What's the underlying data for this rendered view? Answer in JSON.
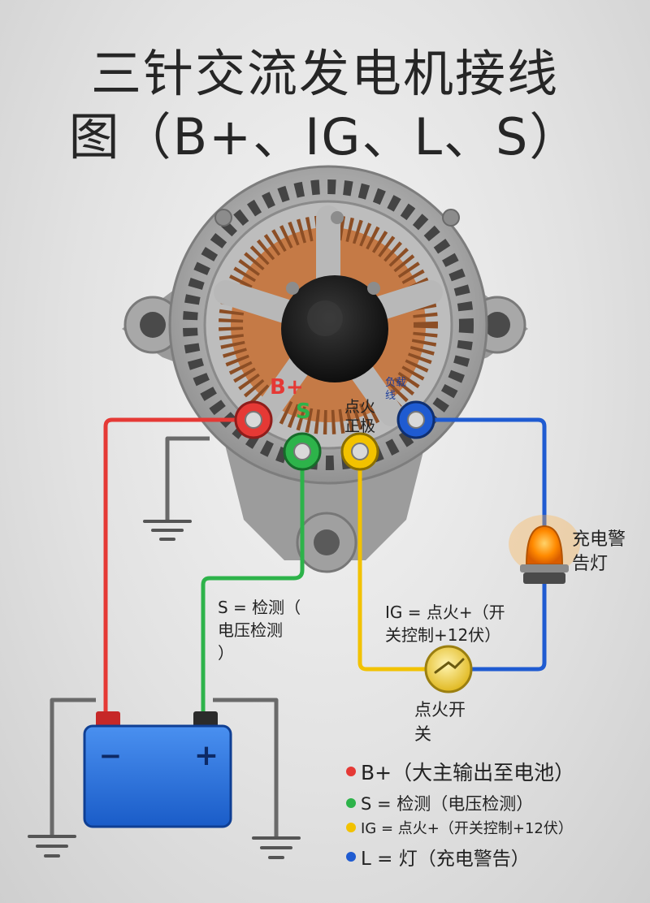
{
  "title": {
    "line1": "三针交流发电机接线",
    "line2": "图（B+、IG、L、S）"
  },
  "terminals": {
    "b_plus": {
      "label": "B+",
      "color": "#e53935"
    },
    "s": {
      "label": "S",
      "color": "#2db34a"
    },
    "ig": {
      "label_line1": "点火",
      "label_line2": "正极",
      "color": "#f2c200"
    },
    "l": {
      "label_line1": "负载",
      "label_line2": "线",
      "color": "#1f5bd1"
    }
  },
  "wire_colors": {
    "red": "#e53935",
    "green": "#2db34a",
    "yellow": "#f2c200",
    "blue": "#1f5bd1",
    "ground": "#6a6a6a"
  },
  "battery": {
    "minus": "−",
    "plus": "+",
    "color": "#1f6fe0"
  },
  "annotations": {
    "s_wire": {
      "line1": "S = 检测（",
      "line2": "电压检测",
      "line3": "）"
    },
    "ig_wire": {
      "line1": "IG = 点火+（开",
      "line2": "关控制+12伏）"
    },
    "lamp": {
      "line1": "充电警",
      "line2": "告灯"
    },
    "switch": {
      "line1": "点火开",
      "line2": "关"
    }
  },
  "legend": [
    {
      "text": "B+（大主输出至电池）",
      "color": "#e53935"
    },
    {
      "text": "S = 检测（电压检测）",
      "color": "#2db34a"
    },
    {
      "text": "IG = 点火+（开关控制+12伏）",
      "color": "#f2c200"
    },
    {
      "text": "L = 灯（充电警告）",
      "color": "#1f5bd1"
    }
  ]
}
